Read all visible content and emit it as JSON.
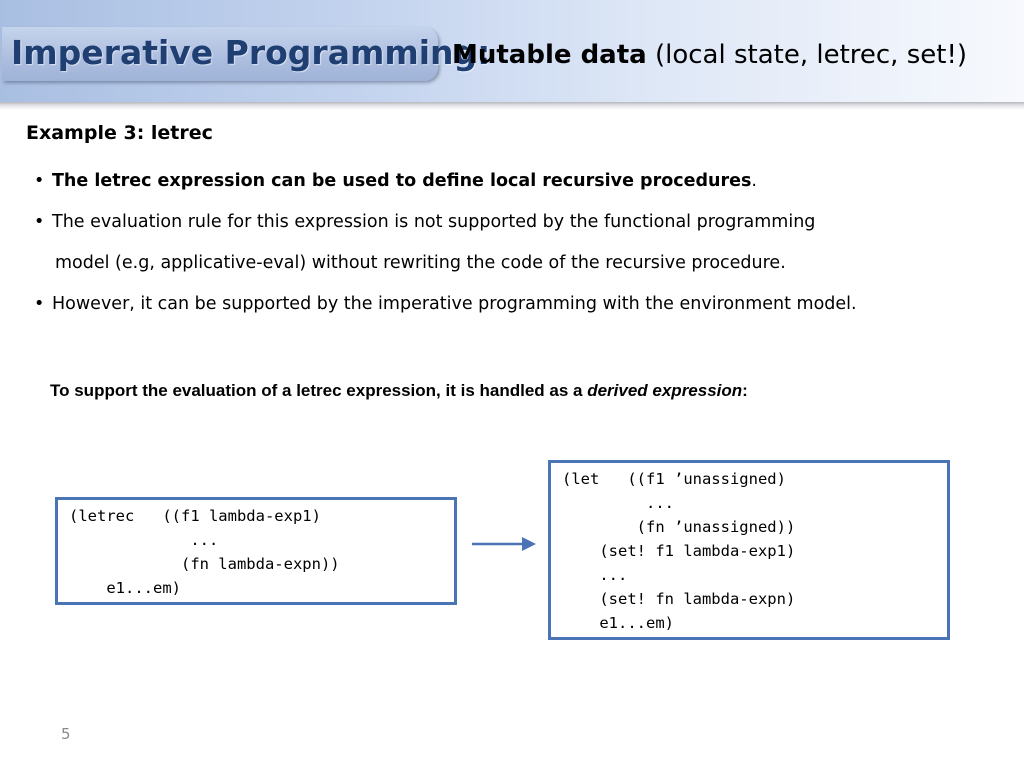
{
  "header": {
    "title": "Imperative Programming:",
    "subtitle_bold": "Mutable data",
    "subtitle_rest": " (local state, letrec, set!)"
  },
  "example": {
    "title": "Example 3: letrec"
  },
  "bullets": {
    "marker": "•",
    "b1_bold": "The letrec expression can be used to define local recursive procedures",
    "b1_rest": ".",
    "b2": "The evaluation rule for this expression is not supported by the functional programming",
    "b2_cont": "model (e.g, applicative-eval) without rewriting the code of the recursive procedure.",
    "b3": "However, it can be supported by the imperative programming with the environment model."
  },
  "support": {
    "prefix": "To support the evaluation of a letrec expression, it is handled as a ",
    "italic": "derived expression",
    "suffix": ":"
  },
  "code_left": {
    "lines": [
      "(letrec   ((f1 lambda-exp1)",
      "             ...",
      "            (fn lambda-expn))",
      "    e1...em)"
    ]
  },
  "code_right": {
    "lines": [
      "(let   ((f1 ’unassigned)",
      "         ...",
      "        (fn ’unassigned))",
      "    (set! f1 lambda-exp1)",
      "    ...",
      "    (set! fn lambda-expn)",
      "    e1...em)"
    ]
  },
  "page_number": "5",
  "colors": {
    "title_blue": "#1f3e72",
    "box_border": "#4a74b5",
    "arrow": "#4a74b5"
  }
}
